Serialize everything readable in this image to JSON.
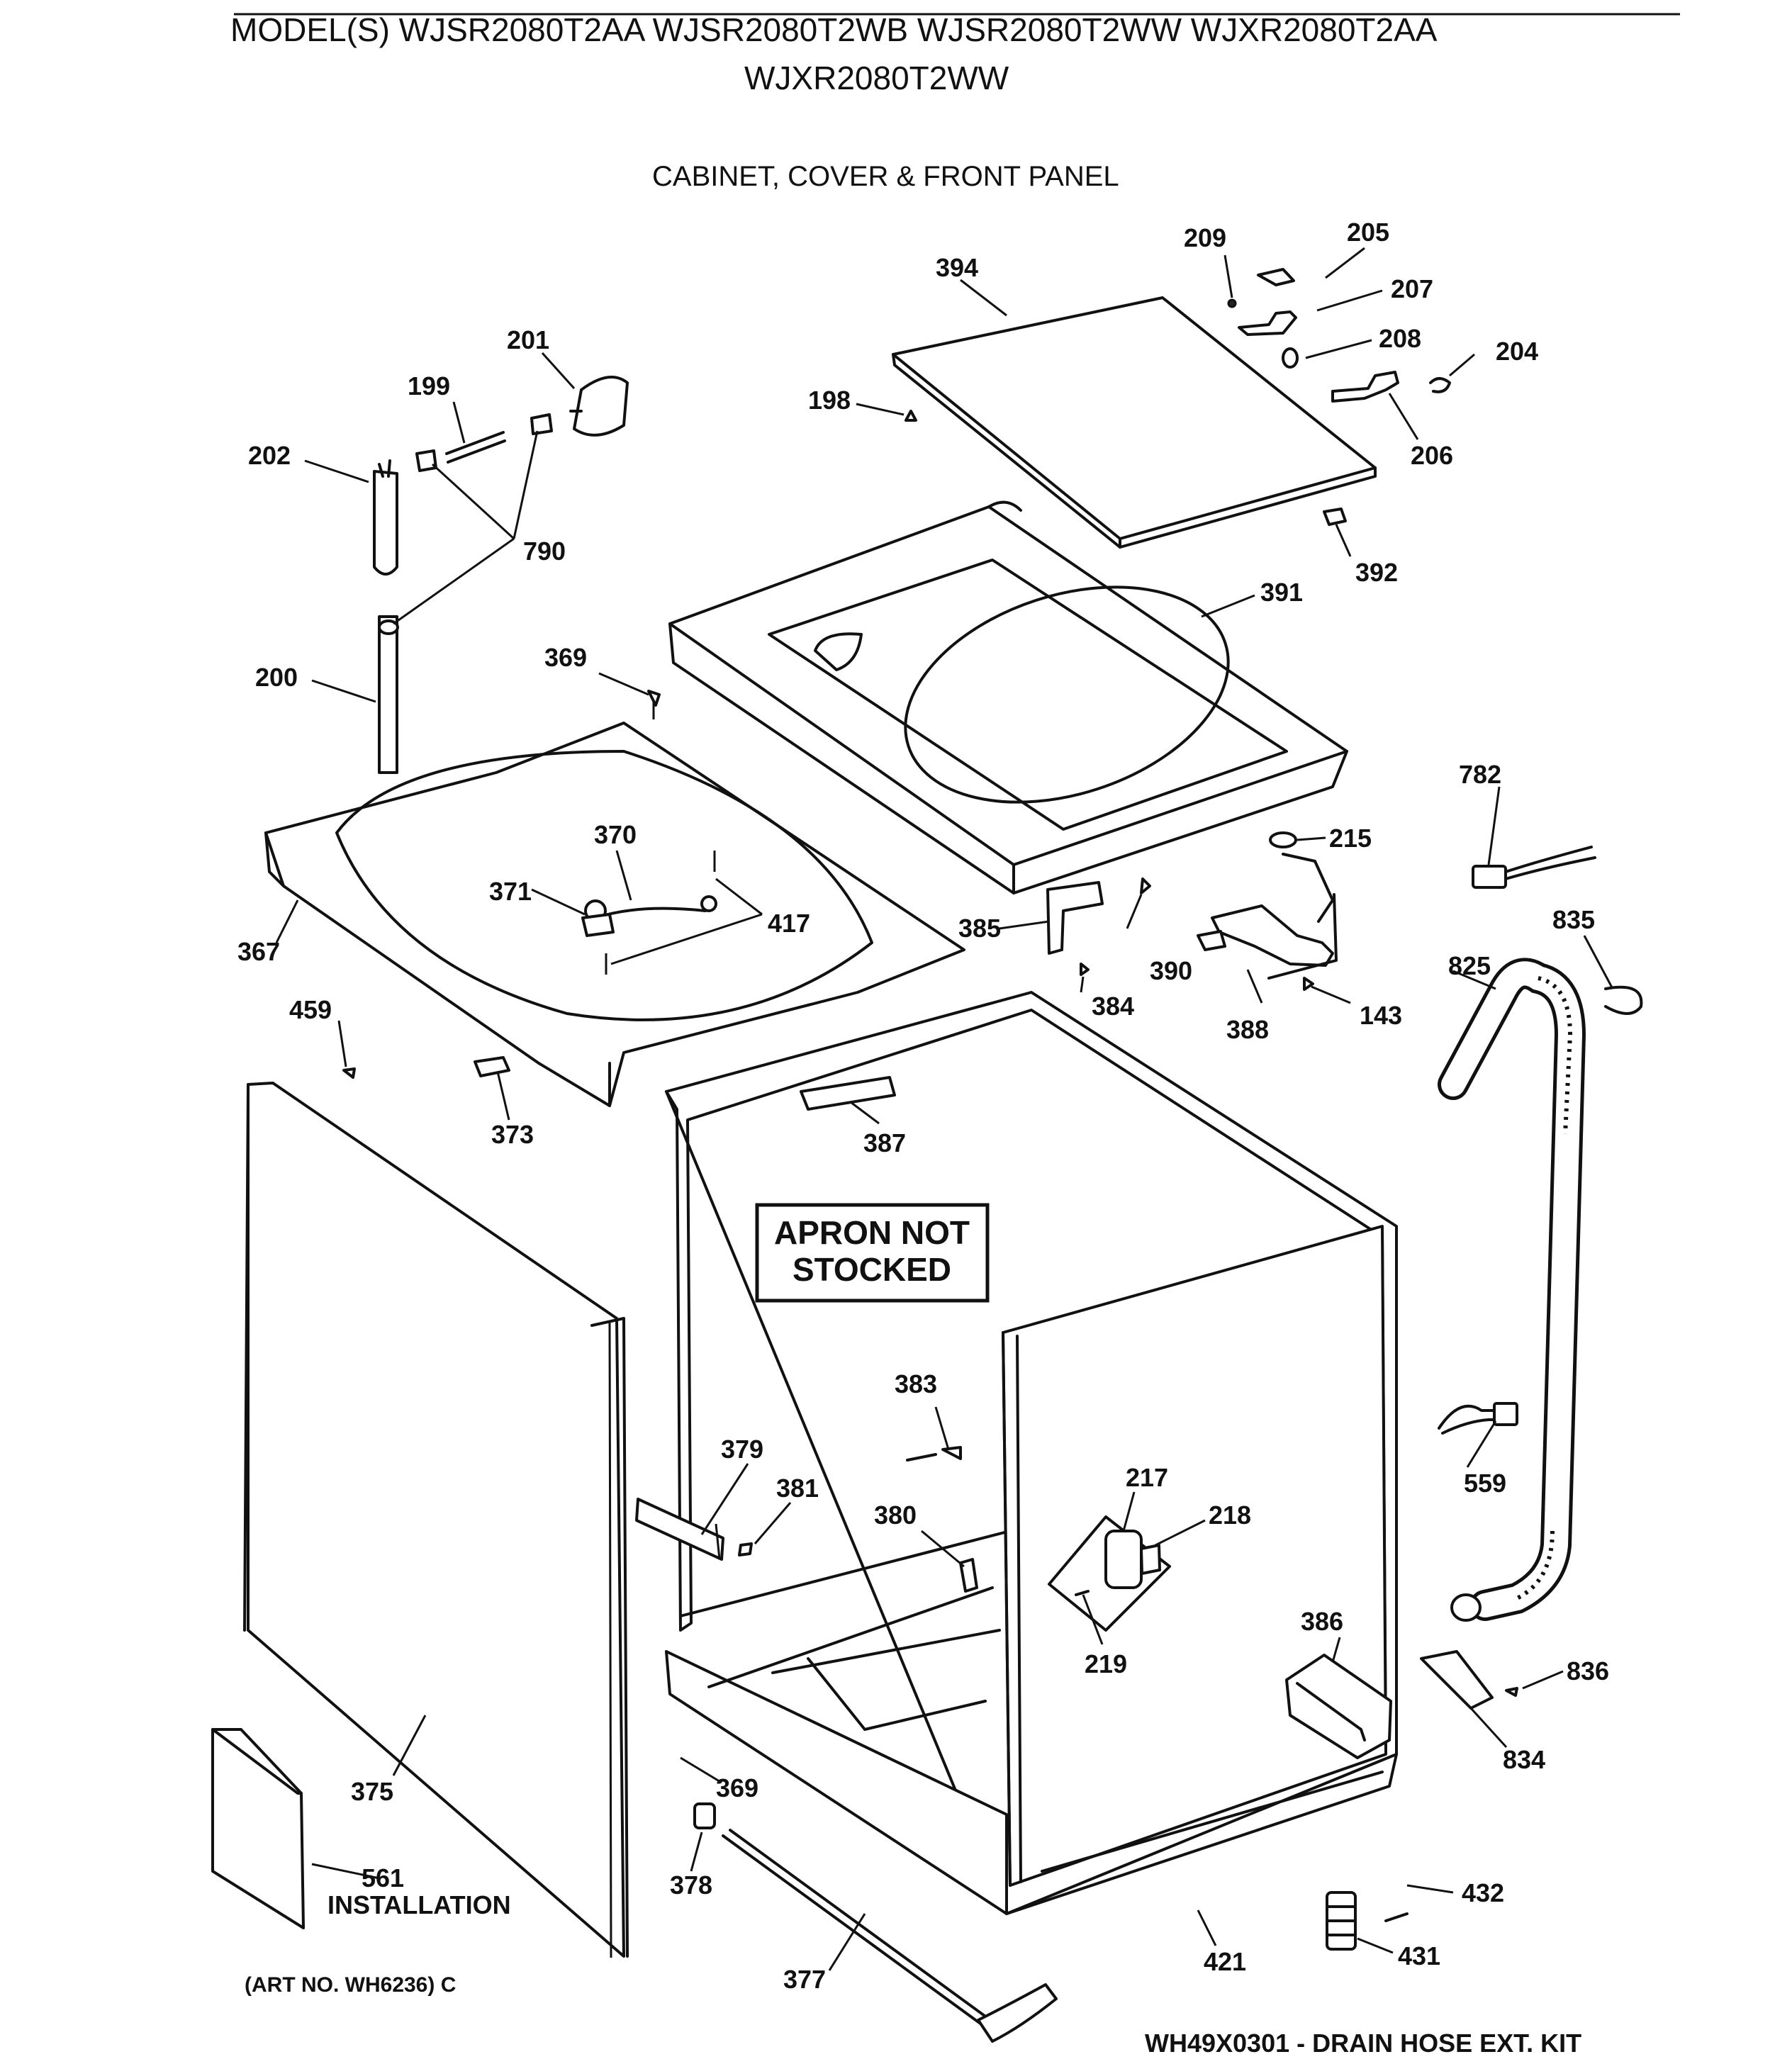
{
  "header": {
    "models_line1": "MODEL(S) WJSR2080T2AA  WJSR2080T2WB  WJSR2080T2WW  WJXR2080T2AA",
    "models_line2": "WJXR2080T2WW",
    "section_title": "CABINET, COVER & FRONT PANEL"
  },
  "callouts": {
    "p143": "143",
    "p198": "198",
    "p199": "199",
    "p200": "200",
    "p201": "201",
    "p202": "202",
    "p204": "204",
    "p205": "205",
    "p206": "206",
    "p207": "207",
    "p208": "208",
    "p209": "209",
    "p215": "215",
    "p217": "217",
    "p218": "218",
    "p219": "219",
    "p367": "367",
    "p369a": "369",
    "p369b": "369",
    "p370": "370",
    "p371": "371",
    "p373": "373",
    "p375": "375",
    "p377": "377",
    "p378": "378",
    "p379": "379",
    "p380": "380",
    "p381": "381",
    "p383": "383",
    "p384": "384",
    "p385": "385",
    "p386": "386",
    "p387": "387",
    "p388": "388",
    "p390": "390",
    "p391": "391",
    "p392": "392",
    "p394": "394",
    "p417": "417",
    "p421": "421",
    "p431": "431",
    "p432": "432",
    "p459": "459",
    "p559": "559",
    "p561": "561",
    "p782": "782",
    "p790": "790",
    "p825": "825",
    "p834": "834",
    "p835": "835",
    "p836": "836"
  },
  "notes": {
    "installation": "INSTALLATION",
    "apron_line1": "APRON NOT",
    "apron_line2": "STOCKED",
    "art_no": "(ART NO. WH6236) C",
    "kit": "WH49X0301 - DRAIN HOSE EXT. KIT"
  }
}
